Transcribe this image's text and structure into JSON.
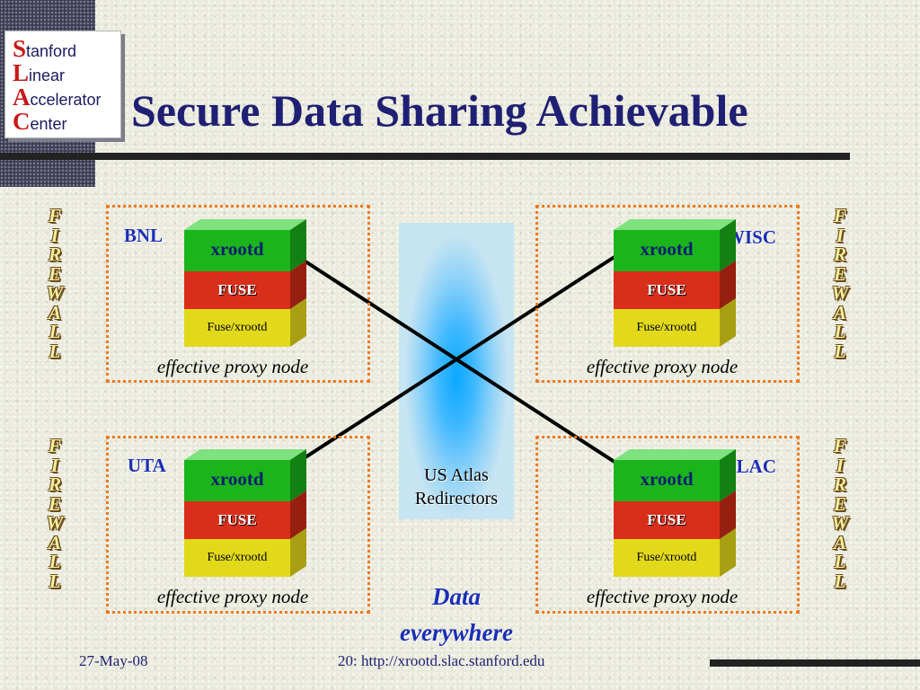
{
  "slide": {
    "title": "Secure Data Sharing Achievable",
    "logo": {
      "lines": [
        {
          "initial": "S",
          "rest": "tanford"
        },
        {
          "initial": "L",
          "rest": "inear"
        },
        {
          "initial": "A",
          "rest": "ccelerator"
        },
        {
          "initial": "C",
          "rest": "enter"
        }
      ]
    },
    "nodes": [
      {
        "site": "BNL",
        "layers": [
          "xrootd",
          "FUSE",
          "Fuse/xrootd"
        ],
        "caption": "effective proxy node"
      },
      {
        "site": "WISC",
        "layers": [
          "xrootd",
          "FUSE",
          "Fuse/xrootd"
        ],
        "caption": "effective proxy node"
      },
      {
        "site": "UTA",
        "layers": [
          "xrootd",
          "FUSE",
          "Fuse/xrootd"
        ],
        "caption": "effective proxy node"
      },
      {
        "site": "SLAC",
        "layers": [
          "xrootd",
          "FUSE",
          "Fuse/xrootd"
        ],
        "caption": "effective proxy node"
      }
    ],
    "center": {
      "line1": "US Atlas",
      "line2": "Redirectors"
    },
    "tagline": {
      "line1": "Data",
      "line2": "everywhere"
    },
    "firewall_letters": [
      "F",
      "I",
      "R",
      "E",
      "W",
      "A",
      "L",
      "L"
    ],
    "footer": {
      "date": "27-May-08",
      "page": "20: http://xrootd.slac.stanford.edu"
    },
    "colors": {
      "title": "#1f1f73",
      "site_label": "#1a2fb5",
      "box_border": "#f07a1e",
      "xrootd_layer": "#1bb51b",
      "fuse_layer": "#d92e1a",
      "fuse_xrootd_layer": "#e2d91a",
      "redirector_glow": "#0aa8ff"
    }
  }
}
